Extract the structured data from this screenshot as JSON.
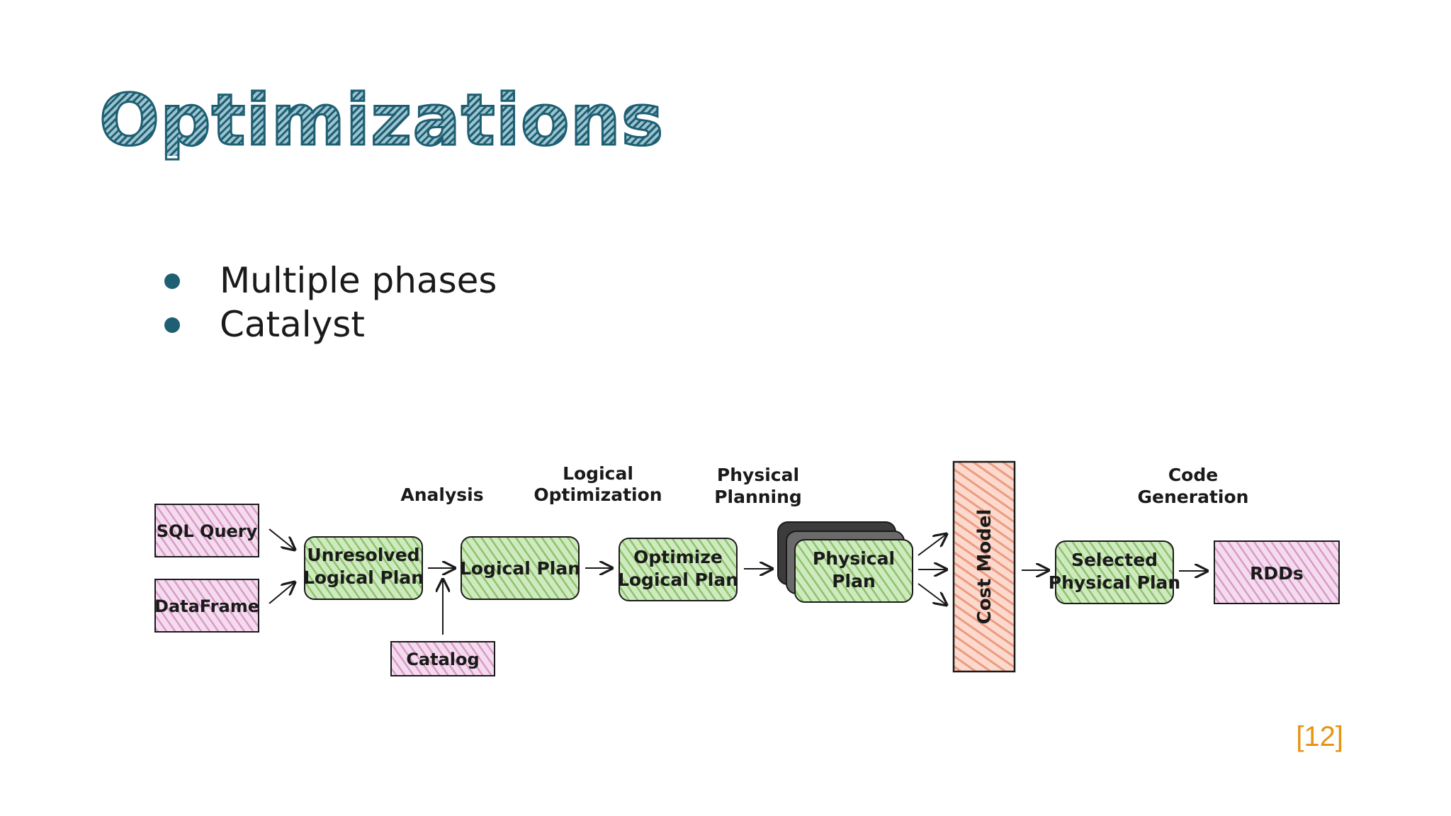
{
  "slide": {
    "title": "Optimizations",
    "bullets": [
      "Multiple phases",
      "Catalyst"
    ],
    "reference": "[12]"
  },
  "diagram": {
    "inputs": [
      "SQL Query",
      "DataFrame"
    ],
    "catalog": "Catalog",
    "nodes": {
      "unresolved": [
        "Unresolved",
        "Logical Plan"
      ],
      "logical": "Logical Plan",
      "optimized": [
        "Optimize",
        "Logical Plan"
      ],
      "physical": [
        "Physical",
        "Plan"
      ],
      "cost": "Cost Model",
      "selected": [
        "Selected",
        "Physical Plan"
      ],
      "rdds": "RDDs"
    },
    "phases": {
      "analysis": "Analysis",
      "logical_opt": [
        "Logical",
        "Optimization"
      ],
      "physical_planning": [
        "Physical",
        "Planning"
      ],
      "code_gen": [
        "Code",
        "Generation"
      ]
    },
    "colors": {
      "green": "#a8d88a",
      "pink": "#e6b3d9",
      "salmon": "#f2a08a",
      "dark": "#555555",
      "accent": "#1f5f73",
      "reference": "#e69512"
    }
  }
}
